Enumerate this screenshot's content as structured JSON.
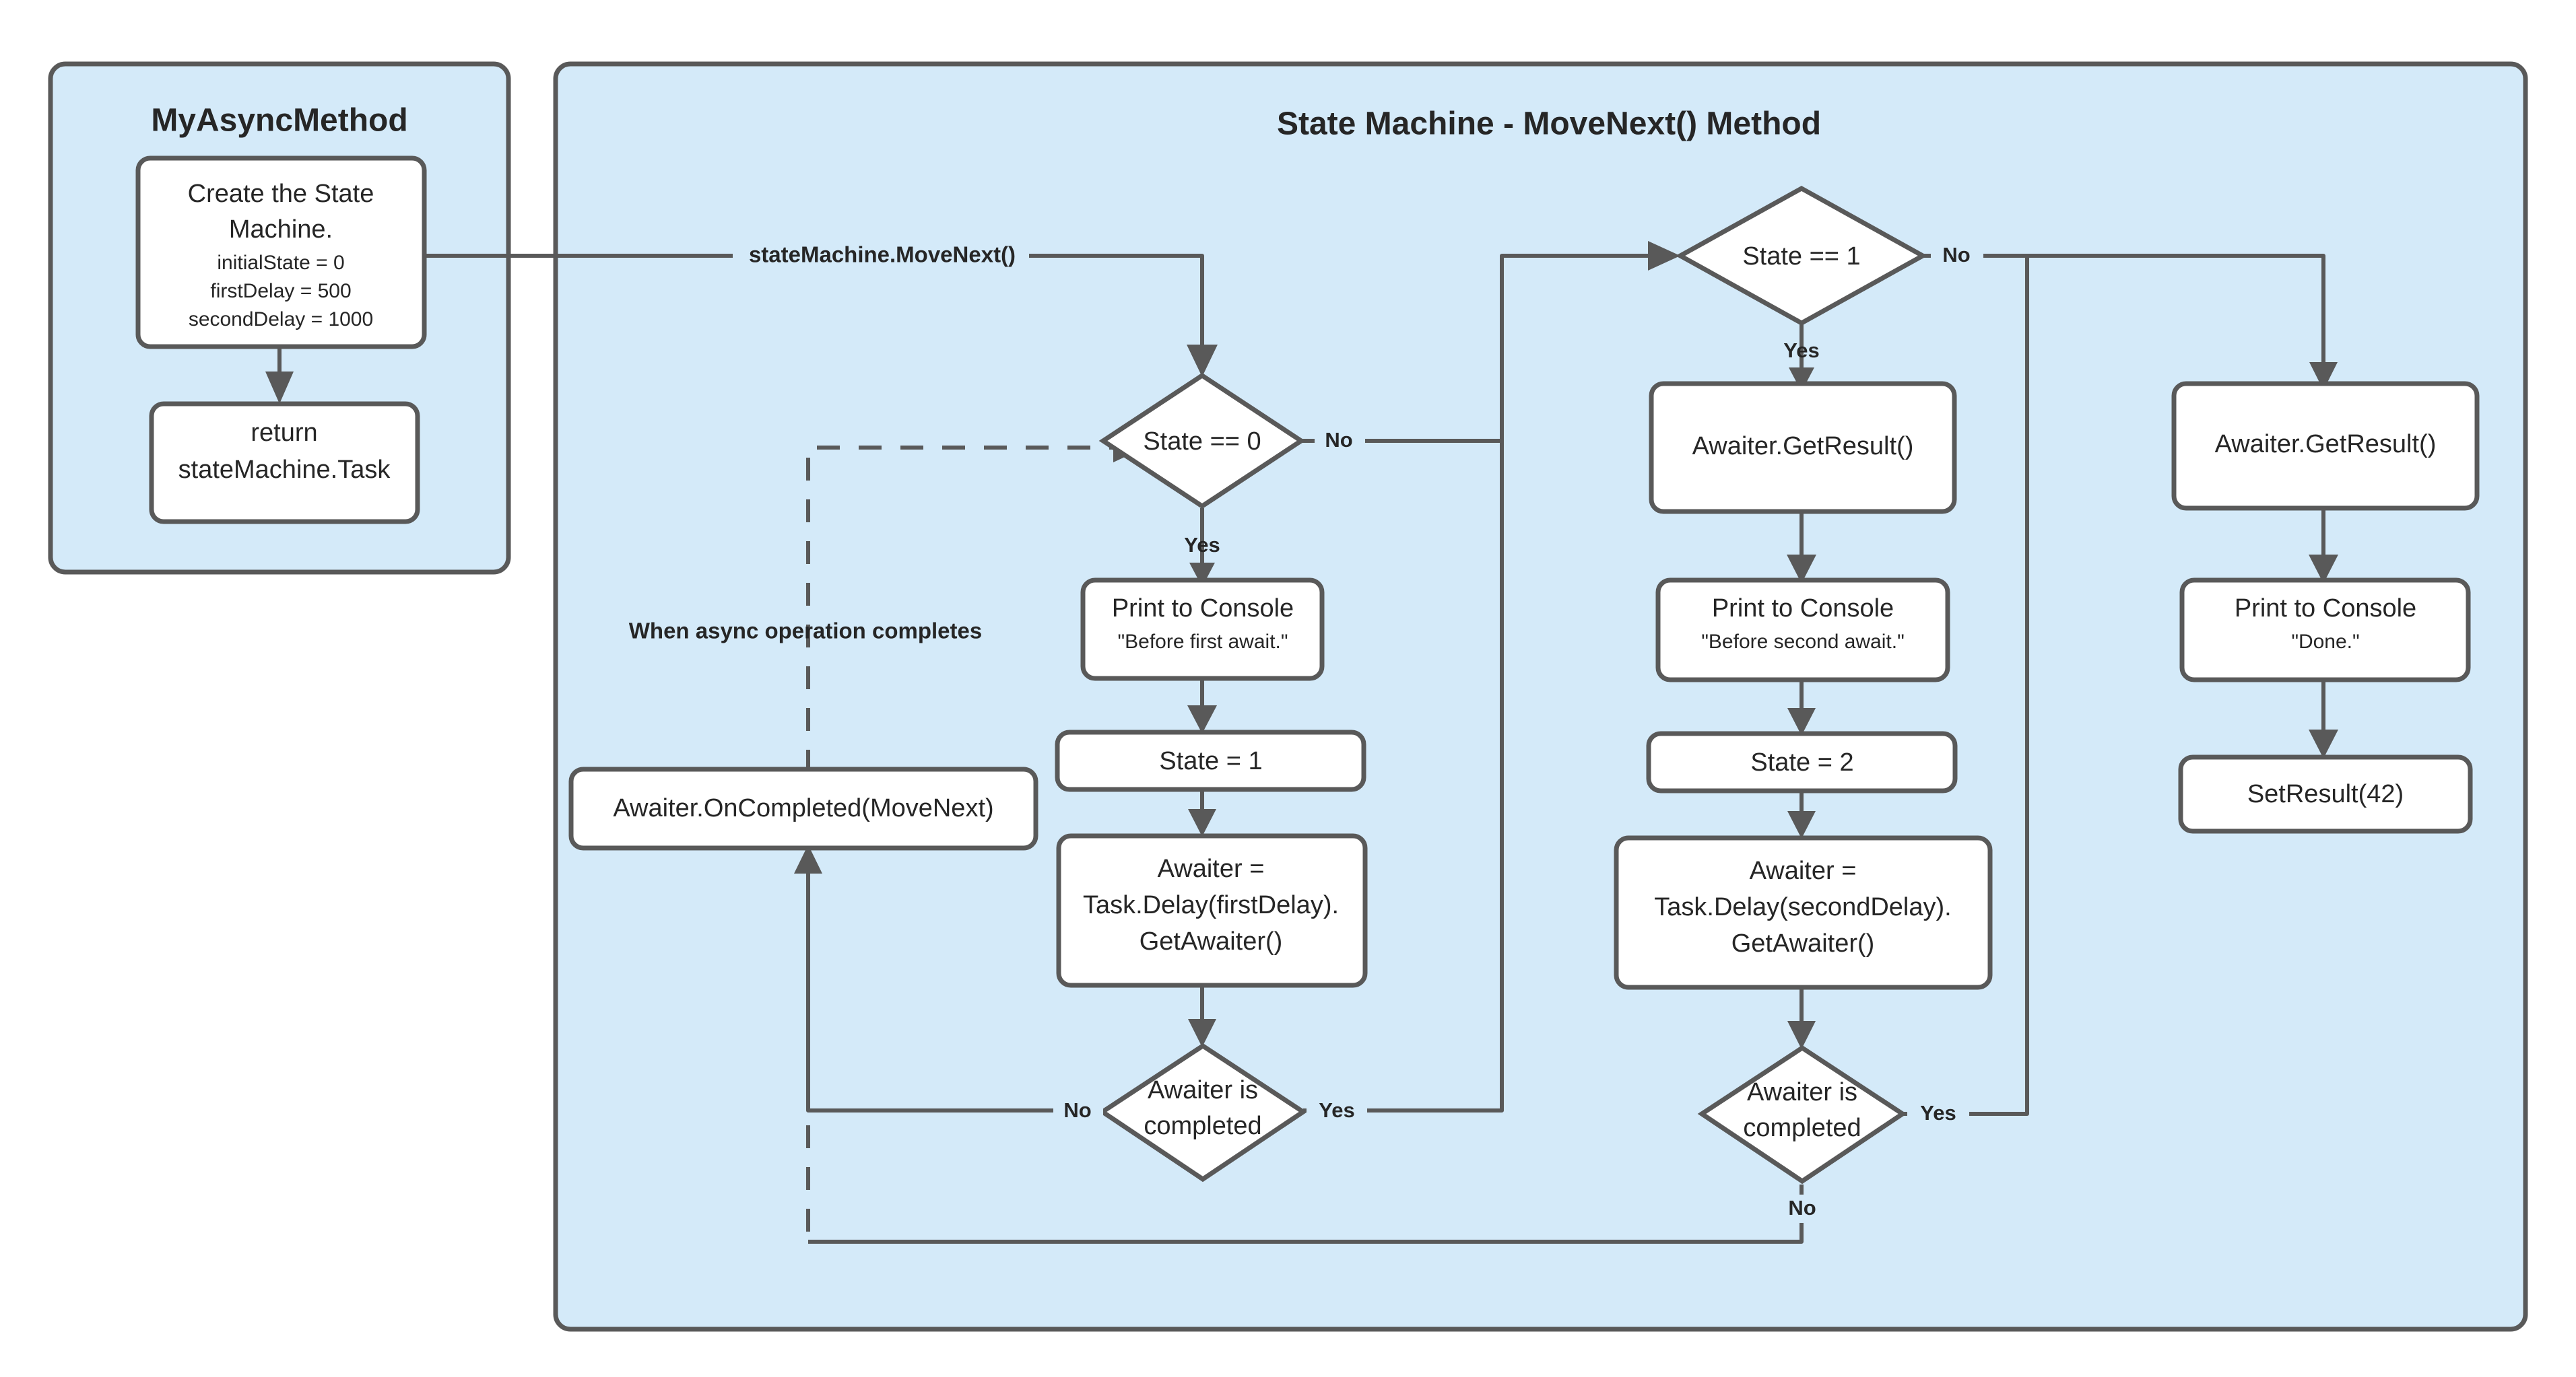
{
  "diagram": {
    "type": "flowchart",
    "title_left": "MyAsyncMethod",
    "title_right": "State Machine - MoveNext() Method",
    "colors": {
      "lane_fill": "#d4eaf9",
      "stroke": "#595959",
      "node_fill": "#ffffff",
      "text": "#262626",
      "page_background": "#ffffff"
    },
    "lanes": [
      {
        "id": "lane-myasyncmethod",
        "label": "MyAsyncMethod"
      },
      {
        "id": "lane-statemachine",
        "label": "State Machine - MoveNext() Method"
      }
    ],
    "nodes": {
      "create_state_machine": {
        "shape": "process",
        "title": "Create the State",
        "title2": "Machine.",
        "detail1": "initialState = 0",
        "detail2": "firstDelay = 500",
        "detail3": "secondDelay = 1000"
      },
      "return_task": {
        "shape": "process",
        "line1": "return",
        "line2": "stateMachine.Task"
      },
      "state_eq_0": {
        "shape": "decision",
        "label": "State == 0"
      },
      "print_first": {
        "shape": "process",
        "line1": "Print to Console",
        "line2": "\"Before first await.\""
      },
      "set_state_1": {
        "shape": "process",
        "label": "State = 1"
      },
      "awaiter_first": {
        "shape": "process",
        "line1": "Awaiter =",
        "line2": "Task.Delay(firstDelay).",
        "line3": "GetAwaiter()"
      },
      "awaiter_completed_1": {
        "shape": "decision",
        "line1": "Awaiter is",
        "line2": "completed"
      },
      "on_completed": {
        "shape": "process",
        "label": "Awaiter.OnCompleted(MoveNext)"
      },
      "state_eq_1": {
        "shape": "decision",
        "label": "State == 1"
      },
      "get_result_1": {
        "shape": "process",
        "label": "Awaiter.GetResult()"
      },
      "print_second": {
        "shape": "process",
        "line1": "Print to Console",
        "line2": "\"Before second await.\""
      },
      "set_state_2": {
        "shape": "process",
        "label": "State = 2"
      },
      "awaiter_second": {
        "shape": "process",
        "line1": "Awaiter =",
        "line2": "Task.Delay(secondDelay).",
        "line3": "GetAwaiter()"
      },
      "awaiter_completed_2": {
        "shape": "decision",
        "line1": "Awaiter is",
        "line2": "completed"
      },
      "get_result_2": {
        "shape": "process",
        "label": "Awaiter.GetResult()"
      },
      "print_done": {
        "shape": "process",
        "line1": "Print to Console",
        "line2": "\"Done.\""
      },
      "set_result": {
        "shape": "process",
        "label": "SetResult(42)"
      }
    },
    "edge_labels": {
      "move_next": "stateMachine.MoveNext()",
      "when_async_completes": "When async operation completes",
      "state0_no": "No",
      "state0_yes": "Yes",
      "state1_no": "No",
      "state1_yes": "Yes",
      "awaiter1_no": "No",
      "awaiter1_yes": "Yes",
      "awaiter2_no": "No",
      "awaiter2_yes": "Yes"
    }
  }
}
